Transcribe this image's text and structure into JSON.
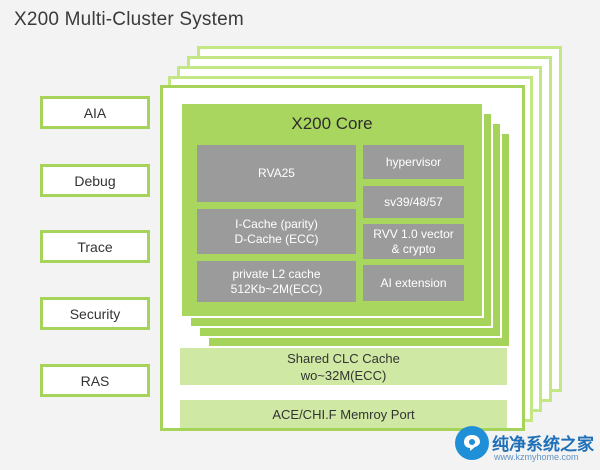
{
  "title": "X200 Multi-Cluster System",
  "side_blocks": [
    "AIA",
    "Debug",
    "Trace",
    "Security",
    "RAS"
  ],
  "core": {
    "title": "X200 Core",
    "rva": "RVA25",
    "cache_line1": "I-Cache (parity)",
    "cache_line2": "D-Cache (ECC)",
    "l2_line1": "private L2 cache",
    "l2_line2": "512Kb~2M(ECC)",
    "hypervisor": "hypervisor",
    "sv": "sv39/48/57",
    "rvv_line1": "RVV 1.0 vector",
    "rvv_line2": "& crypto",
    "ai": "AI extension"
  },
  "shared_cache": {
    "line1": "Shared CLC Cache",
    "line2": "wo~32M(ECC)"
  },
  "port": "ACE/CHI.F Memroy Port",
  "watermark": {
    "name": "纯净系统之家",
    "url": "www.kzmyhome.com"
  },
  "colors": {
    "green_border": "#a6d45a",
    "core_fill": "#a9d65e",
    "gray_box": "#9b9b9b",
    "band_fill": "#cfe8a3"
  }
}
